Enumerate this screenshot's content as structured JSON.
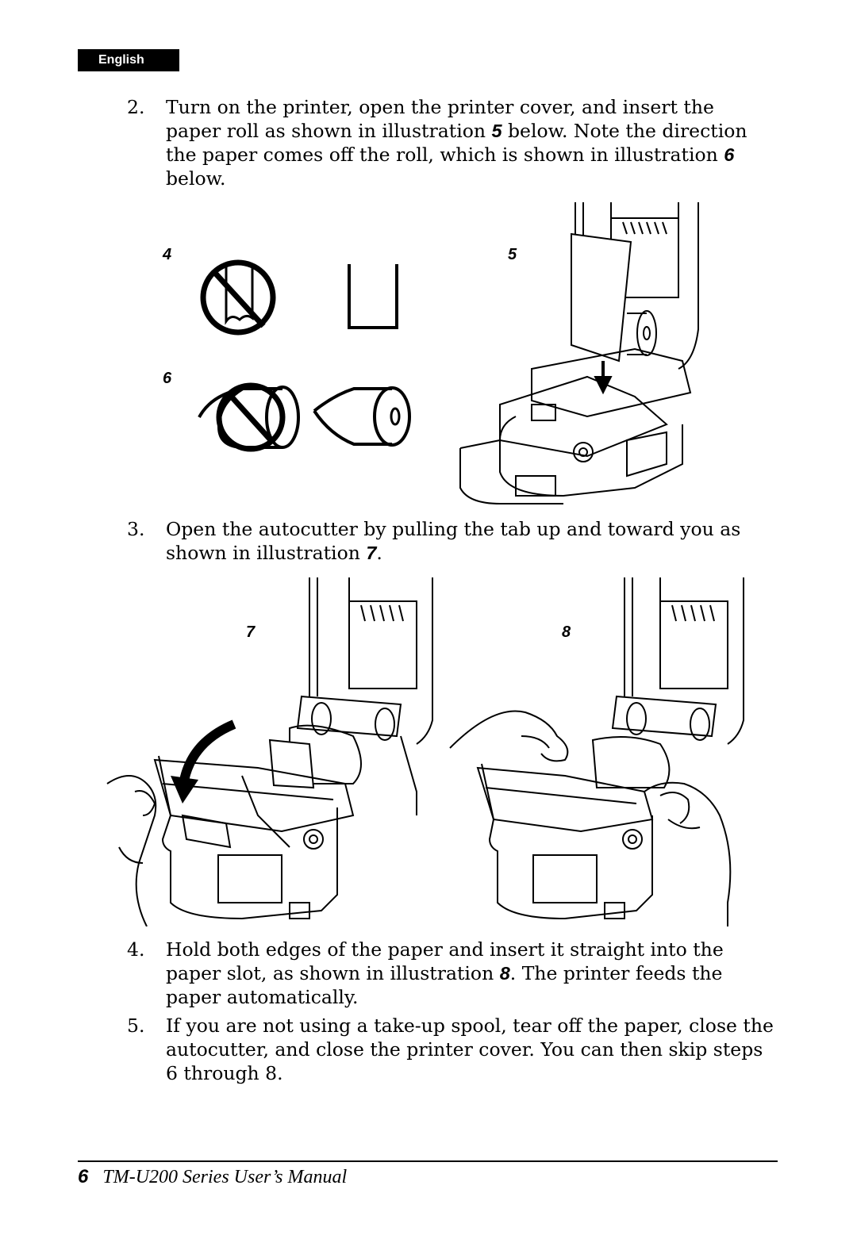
{
  "header": {
    "language_tab": "English"
  },
  "steps": [
    {
      "number": "2.",
      "lines": [
        {
          "a": "Turn on the printer, open the printer cover, and insert the"
        },
        {
          "a": "paper roll as shown in illustration ",
          "ref": "5",
          "b": " below. Note the direction"
        },
        {
          "a": "the paper comes off the roll, which is shown in illustration ",
          "ref": "6"
        },
        {
          "a": "below."
        }
      ]
    },
    {
      "number": "3.",
      "lines": [
        {
          "a": "Open the autocutter by pulling the tab up and toward you as"
        },
        {
          "a": "shown in illustration ",
          "ref": "7",
          "b": "."
        }
      ]
    },
    {
      "number": "4.",
      "lines": [
        {
          "a": "Hold both edges of the paper and insert it straight into the"
        },
        {
          "a": "paper slot, as shown in illustration ",
          "ref": "8",
          "b": ". The printer feeds the"
        },
        {
          "a": "paper automatically."
        }
      ]
    },
    {
      "number": "5.",
      "lines": [
        {
          "a": "If you are not using a take-up spool, tear off the paper, close the"
        },
        {
          "a": "autocutter, and close the printer cover. You can then skip steps"
        },
        {
          "a": "6 through 8."
        }
      ]
    }
  ],
  "figures": {
    "fig4": "4",
    "fig5": "5",
    "fig6": "6",
    "fig7": "7",
    "fig8": "8"
  },
  "footer": {
    "page_number": "6",
    "title": "TM-U200 Series User’s Manual"
  }
}
